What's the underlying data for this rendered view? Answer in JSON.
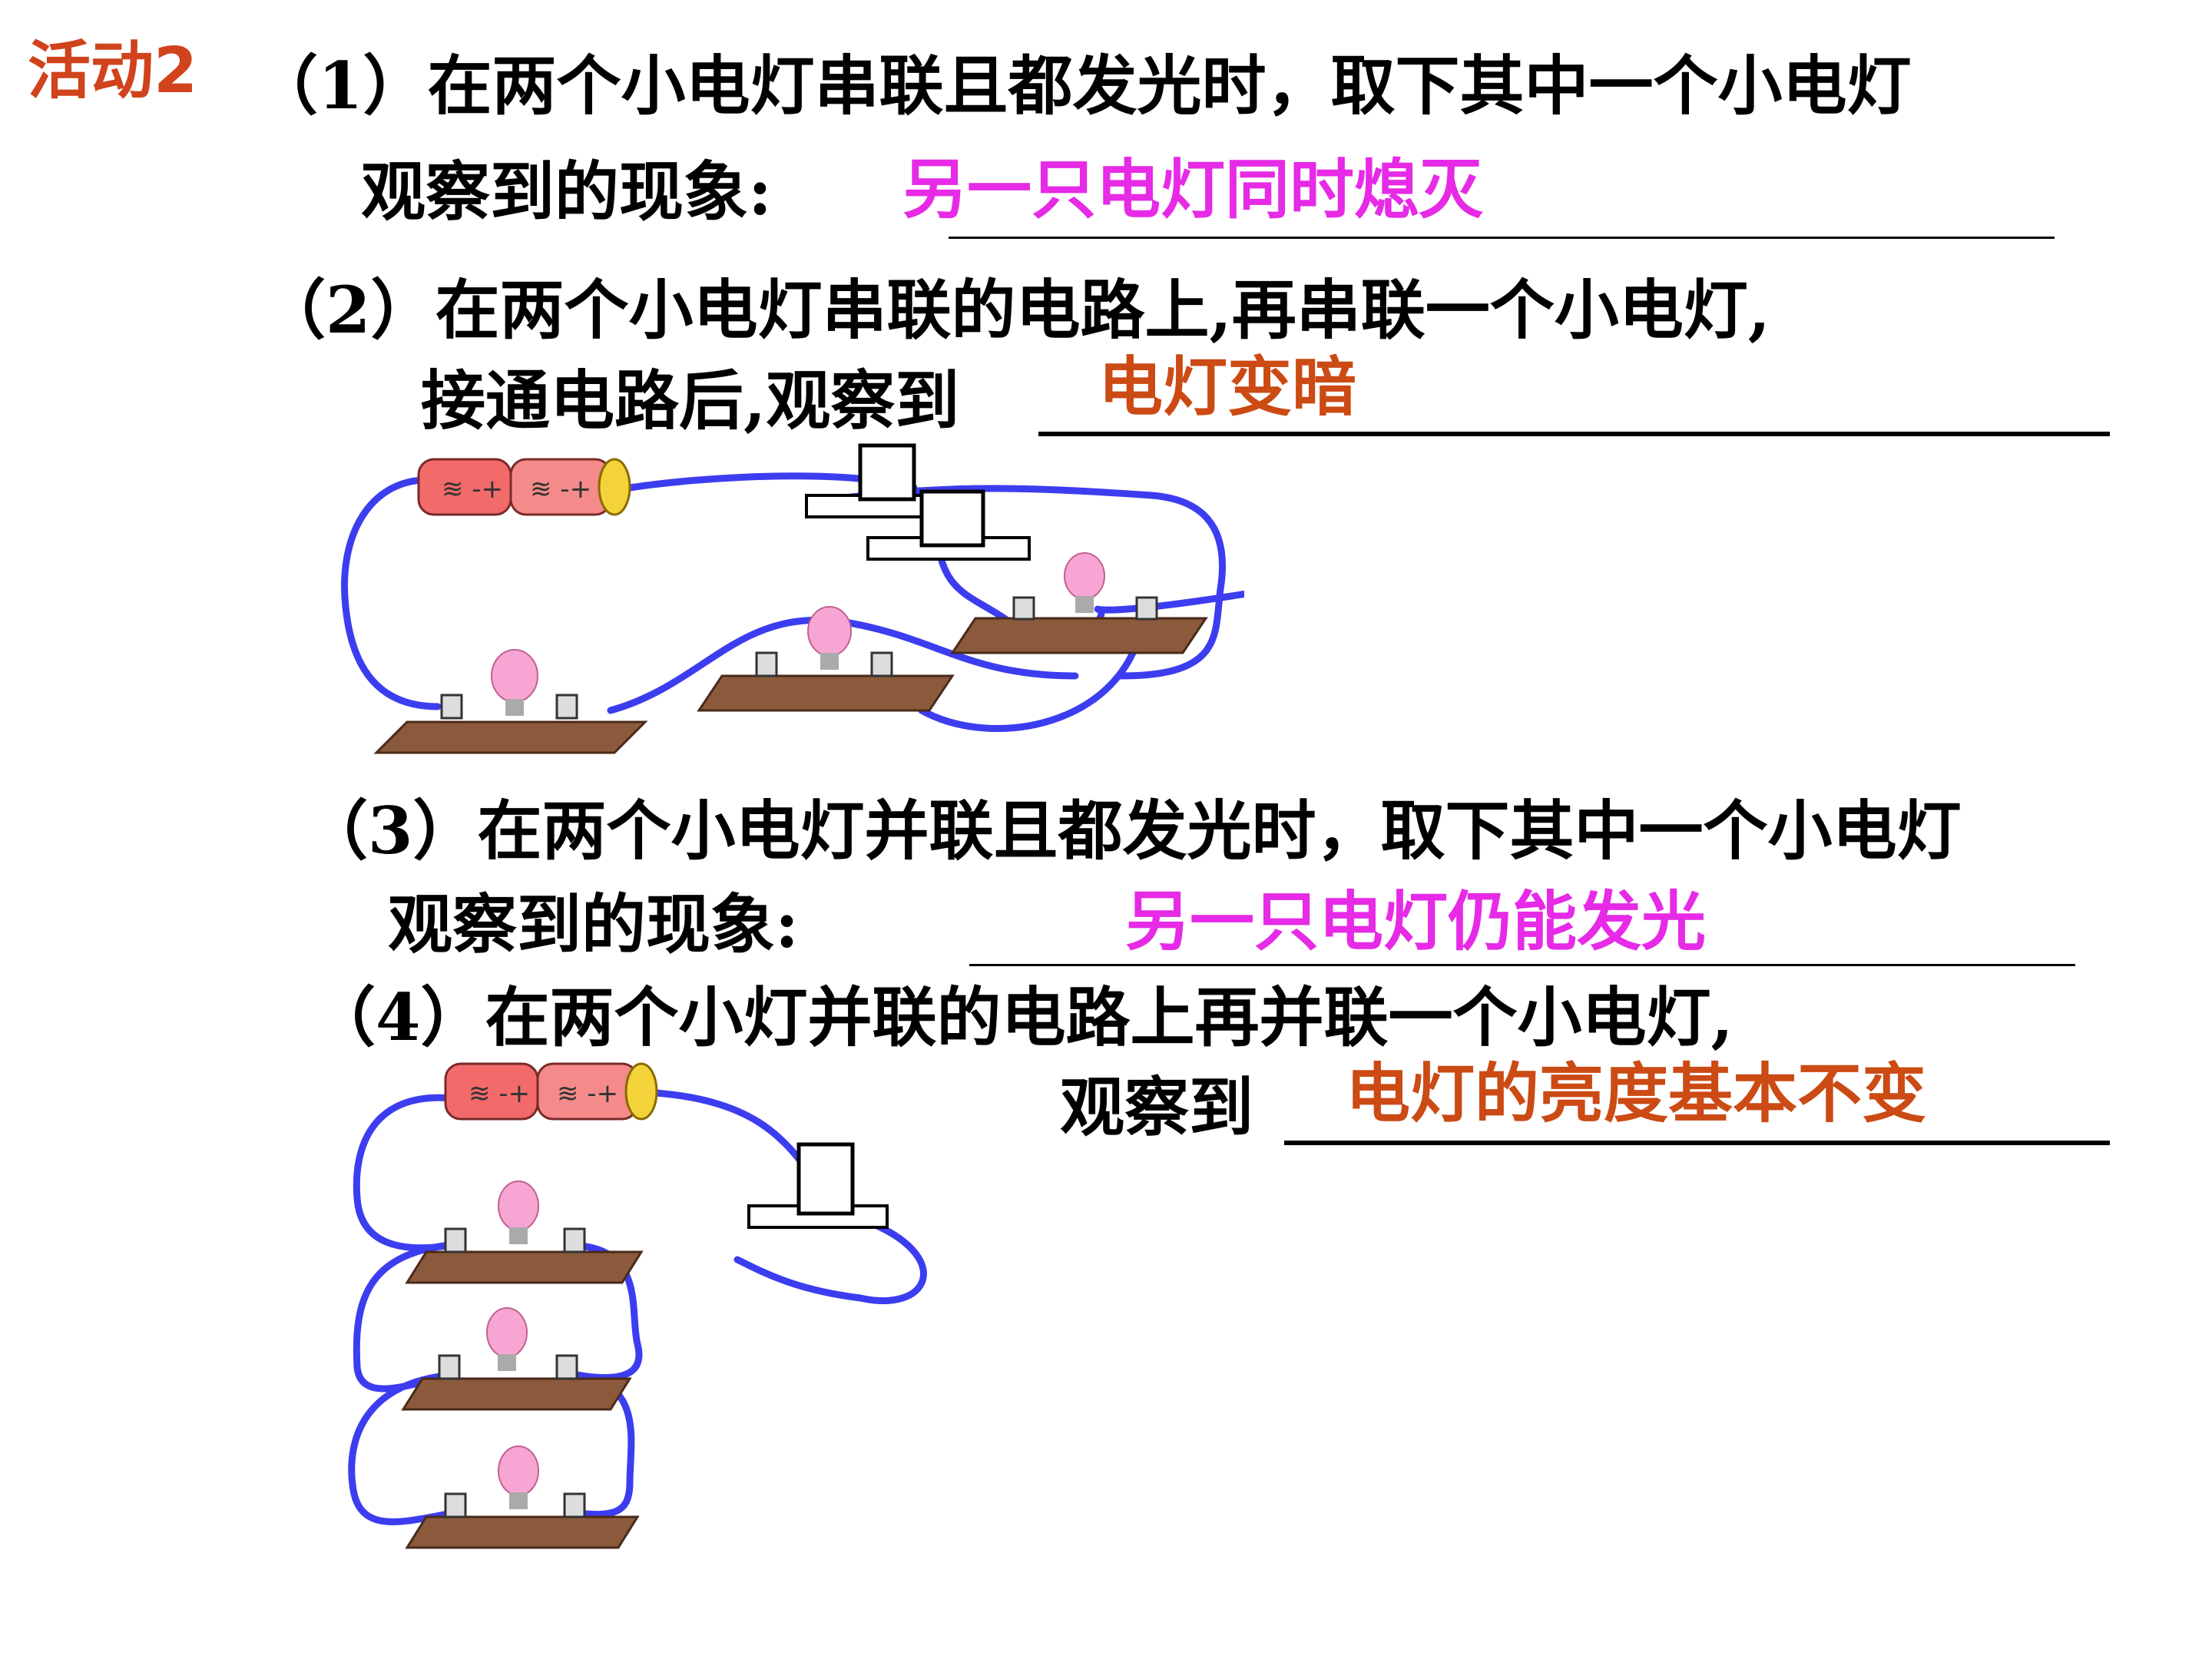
{
  "title": "活动2",
  "q1": {
    "line1": "（1）在两个小电灯串联且都发光时，取下其中一个小电灯",
    "line2": "观察到的现象:",
    "answer": "另一只电灯同时熄灭"
  },
  "q2": {
    "line1": "（2）在两个小电灯串联的电路上,再串联一个小电灯,",
    "line2": "接通电路后,观察到",
    "answer": "电灯变暗"
  },
  "q3": {
    "line1": "（3）在两个小电灯并联且都发光时，取下其中一个小电灯",
    "line2": "观察到的现象:",
    "answer": "另一只电灯仍能发光"
  },
  "q4": {
    "line1": "（4）在两个小灯并联的电路上再并联一个小电灯,",
    "line2": "观察到",
    "answer": "电灯的亮度基本不变"
  },
  "colors": {
    "title": "#d0431c",
    "answer_pink": "#e62ae6",
    "answer_orange": "#cc4a14",
    "wire": "#3d3df0",
    "board": "#8b5a3c",
    "bulb": "#f7a6d4"
  }
}
